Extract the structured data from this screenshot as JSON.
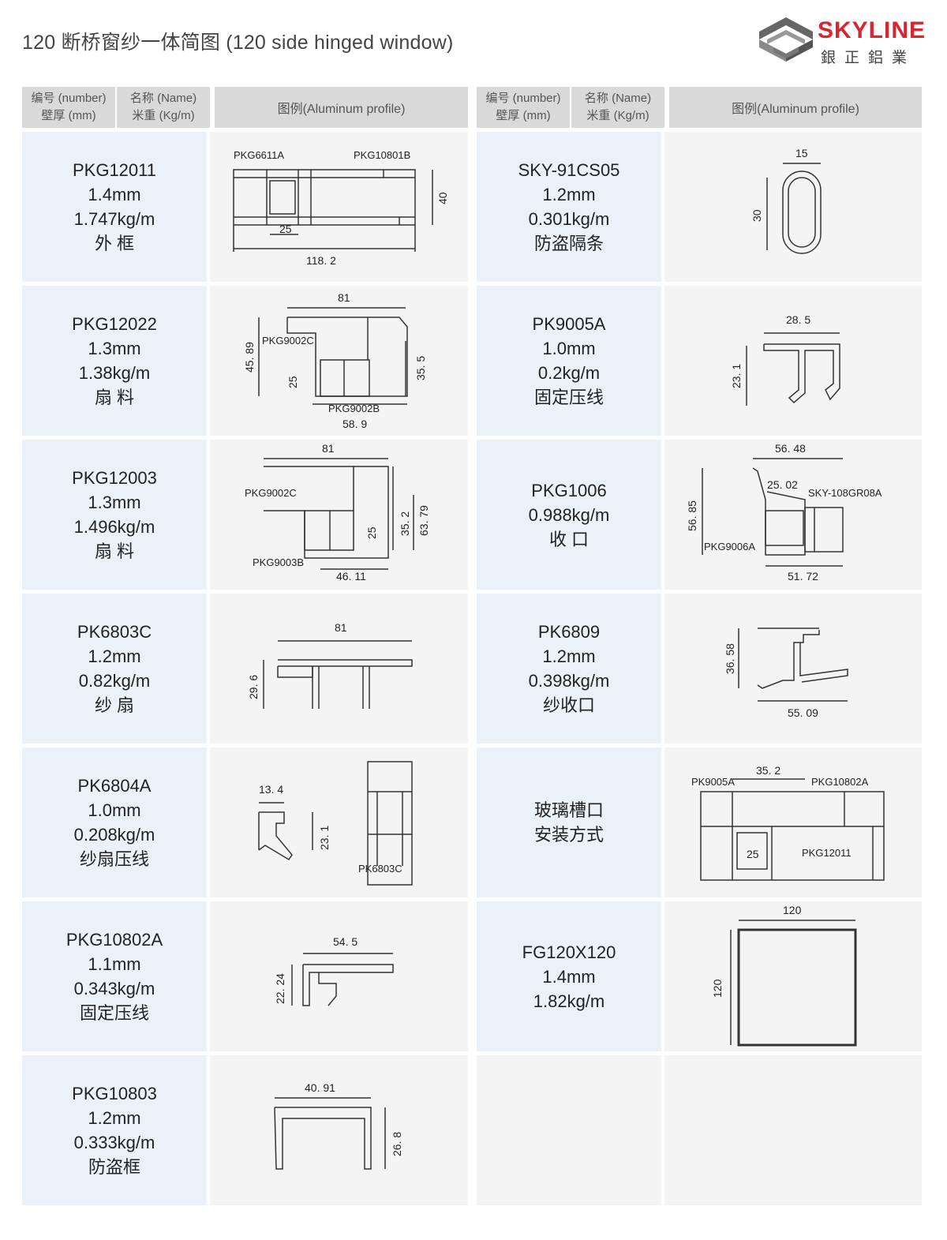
{
  "title": "120 断桥窗纱一体简图 (120 side hinged window)",
  "logo": {
    "brand": "SKYLINE",
    "chinese": "銀正鋁業"
  },
  "header": {
    "number": "编号 (number)",
    "name": "名称 (Name)",
    "thickness": "壁厚 (mm)",
    "weight": "米重 (Kg/m)",
    "profile": "图例(Aluminum profile)"
  },
  "left_rows": [
    {
      "code": "PKG12011",
      "thickness": "1.4mm",
      "weight": "1.747kg/m",
      "name": "外 框",
      "dims": {
        "a": "PKG6611A",
        "b": "PKG10801B",
        "c": "25",
        "d": "118. 2",
        "e": "40"
      }
    },
    {
      "code": "PKG12022",
      "thickness": "1.3mm",
      "weight": "1.38kg/m",
      "name": "扇 料",
      "dims": {
        "a": "81",
        "b": "PKG9002C",
        "c": "45. 89",
        "d": "25",
        "e": "35. 5",
        "f": "PKG9002B",
        "g": "58. 9"
      }
    },
    {
      "code": "PKG12003",
      "thickness": "1.3mm",
      "weight": "1.496kg/m",
      "name": "扇 料",
      "dims": {
        "a": "81",
        "b": "PKG9002C",
        "c": "25",
        "d": "35. 2",
        "e": "63. 79",
        "f": "PKG9003B",
        "g": "46. 11"
      }
    },
    {
      "code": "PK6803C",
      "thickness": "1.2mm",
      "weight": "0.82kg/m",
      "name": "纱 扇",
      "dims": {
        "a": "81",
        "b": "29. 6"
      }
    },
    {
      "code": "PK6804A",
      "thickness": "1.0mm",
      "weight": "0.208kg/m",
      "name": "纱扇压线",
      "dims": {
        "a": "13. 4",
        "b": "23. 1",
        "c": "PK6803C"
      }
    },
    {
      "code": "PKG10802A",
      "thickness": "1.1mm",
      "weight": "0.343kg/m",
      "name": "固定压线",
      "dims": {
        "a": "54. 5",
        "b": "22. 24"
      }
    },
    {
      "code": "PKG10803",
      "thickness": "1.2mm",
      "weight": "0.333kg/m",
      "name": "防盗框",
      "dims": {
        "a": "40. 91",
        "b": "26. 8"
      }
    }
  ],
  "right_rows": [
    {
      "code": "SKY-91CS05",
      "thickness": "1.2mm",
      "weight": "0.301kg/m",
      "name": "防盗隔条",
      "dims": {
        "a": "15",
        "b": "30"
      }
    },
    {
      "code": "PK9005A",
      "thickness": "1.0mm",
      "weight": "0.2kg/m",
      "name": "固定压线",
      "dims": {
        "a": "28. 5",
        "b": "23. 1"
      }
    },
    {
      "code": "PKG1006",
      "thickness": "",
      "weight": "0.988kg/m",
      "name": "收 口",
      "dims": {
        "a": "56. 48",
        "b": "25. 02",
        "c": "SKY-108GR08A",
        "d": "56. 85",
        "e": "PKG9006A",
        "f": "51. 72"
      }
    },
    {
      "code": "PK6809",
      "thickness": "1.2mm",
      "weight": "0.398kg/m",
      "name": "纱收口",
      "dims": {
        "a": "36. 58",
        "b": "55. 09"
      }
    },
    {
      "code": "玻璃槽口",
      "thickness": "安装方式",
      "weight": "",
      "name": "",
      "dims": {
        "a": "PK9005A",
        "b": "35. 2",
        "c": "PKG10802A",
        "d": "25",
        "e": "PKG12011"
      }
    },
    {
      "code": "FG120X120",
      "thickness": "1.4mm",
      "weight": "1.82kg/m",
      "name": "",
      "dims": {
        "a": "120",
        "b": "120"
      }
    }
  ]
}
